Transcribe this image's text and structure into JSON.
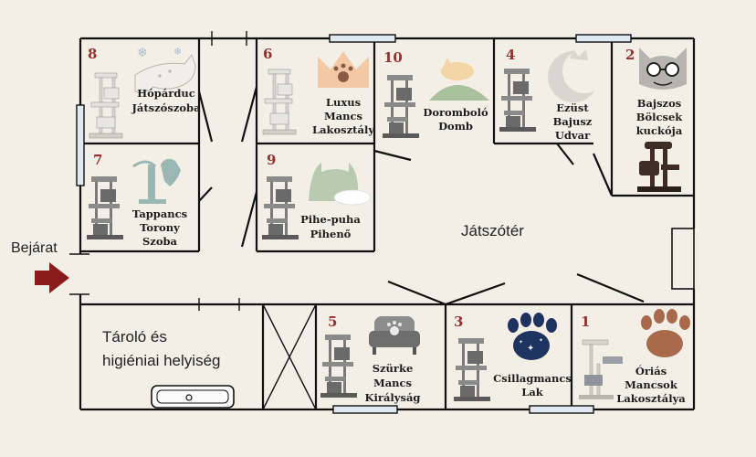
{
  "entrance": {
    "label": "Bejárat",
    "arrow_color": "#8b1a1a"
  },
  "playground": {
    "label": "Játszótér"
  },
  "storage": {
    "line1": "Tároló és",
    "line2": "higiéniai helyiség"
  },
  "rooms": [
    {
      "number": "1",
      "lines": [
        "Óriás",
        "Mancsok",
        "Lakosztálya"
      ],
      "icon": "brown-paw-icon"
    },
    {
      "number": "2",
      "lines": [
        "Bajszos",
        "Bölcsek",
        "kuckója"
      ],
      "icon": "cat-with-glasses-icon"
    },
    {
      "number": "3",
      "lines": [
        "Csillagmancs",
        "Lak"
      ],
      "icon": "starry-paw-icon"
    },
    {
      "number": "4",
      "lines": [
        "Ezüst",
        "Bajusz",
        "Udvar"
      ],
      "icon": "moon-cat-icon"
    },
    {
      "number": "5",
      "lines": [
        "Szürke",
        "Mancs",
        "Királyság"
      ],
      "icon": "paw-armchair-icon"
    },
    {
      "number": "6",
      "lines": [
        "Luxus",
        "Mancs",
        "Lakosztály"
      ],
      "icon": "paw-crown-icon"
    },
    {
      "number": "7",
      "lines": [
        "Tappancs",
        "Torony",
        "Szoba"
      ],
      "icon": "scratching-post-icon"
    },
    {
      "number": "8",
      "lines": [
        "Hópárduc",
        "Játszószoba"
      ],
      "icon": "snow-leopard-icon"
    },
    {
      "number": "9",
      "lines": [
        "Pihe-puha",
        "Pihenő"
      ],
      "icon": "cloud-cat-icon"
    },
    {
      "number": "10",
      "lines": [
        "Doromboló",
        "Domb"
      ],
      "icon": "sleeping-cat-hill-icon"
    }
  ],
  "colors": {
    "wall": "#111111",
    "background": "#f3efe6",
    "room_number": "#9b2f2f",
    "cat_tree_gray": "#6f6f6f",
    "cat_tree_white": "#e8e6e1",
    "cat_tree_brown": "#3e2c25",
    "paw_brown": "#a86a4a",
    "star_paw_navy": "#1f3360",
    "sage_green": "#a9c19c",
    "window_blue": "#dfe9f2"
  }
}
